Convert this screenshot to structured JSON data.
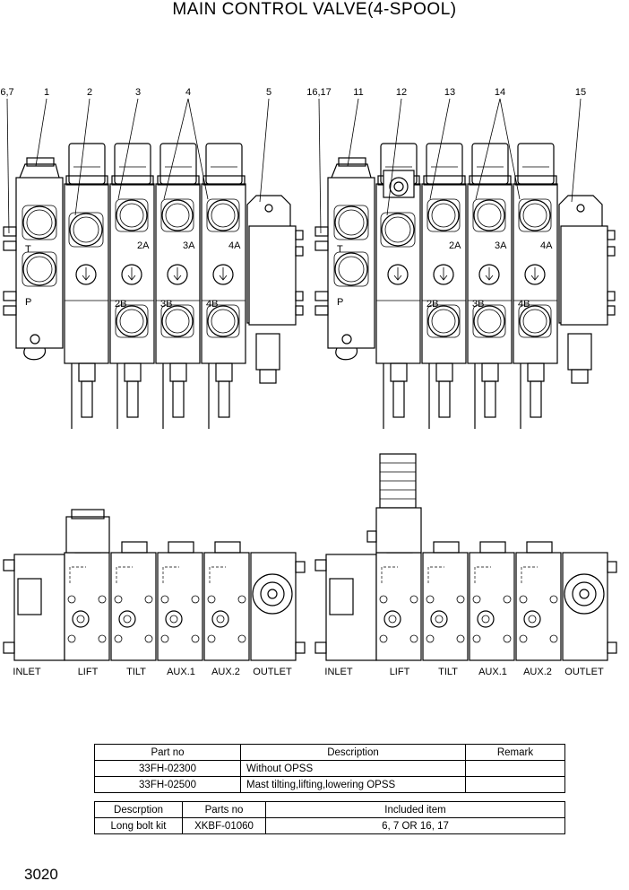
{
  "title": "MAIN CONTROL VALVE(4-SPOOL)",
  "page_number": "3020",
  "callouts_left": [
    "6,7",
    "1",
    "2",
    "3",
    "4",
    "5"
  ],
  "callouts_right": [
    "16,17",
    "11",
    "12",
    "13",
    "14",
    "15"
  ],
  "port_labels": {
    "t": "T",
    "p": "P",
    "a2": "2A",
    "a3": "3A",
    "a4": "4A",
    "b2": "2B",
    "b3": "3B",
    "b4": "4B"
  },
  "section_labels": [
    "INLET",
    "LIFT",
    "TILT",
    "AUX.1",
    "AUX.2",
    "OUTLET"
  ],
  "parts_table": {
    "headers": [
      "Part no",
      "Description",
      "Remark"
    ],
    "rows": [
      {
        "part_no": "33FH-02300",
        "description": "Without OPSS",
        "remark": ""
      },
      {
        "part_no": "33FH-02500",
        "description": "Mast tilting,lifting,lowering OPSS",
        "remark": ""
      }
    ]
  },
  "kit_table": {
    "headers": [
      "Descrption",
      "Parts no",
      "Included item"
    ],
    "rows": [
      {
        "description": "Long bolt kit",
        "parts_no": "XKBF-01060",
        "included": "6, 7 OR 16, 17"
      }
    ]
  }
}
